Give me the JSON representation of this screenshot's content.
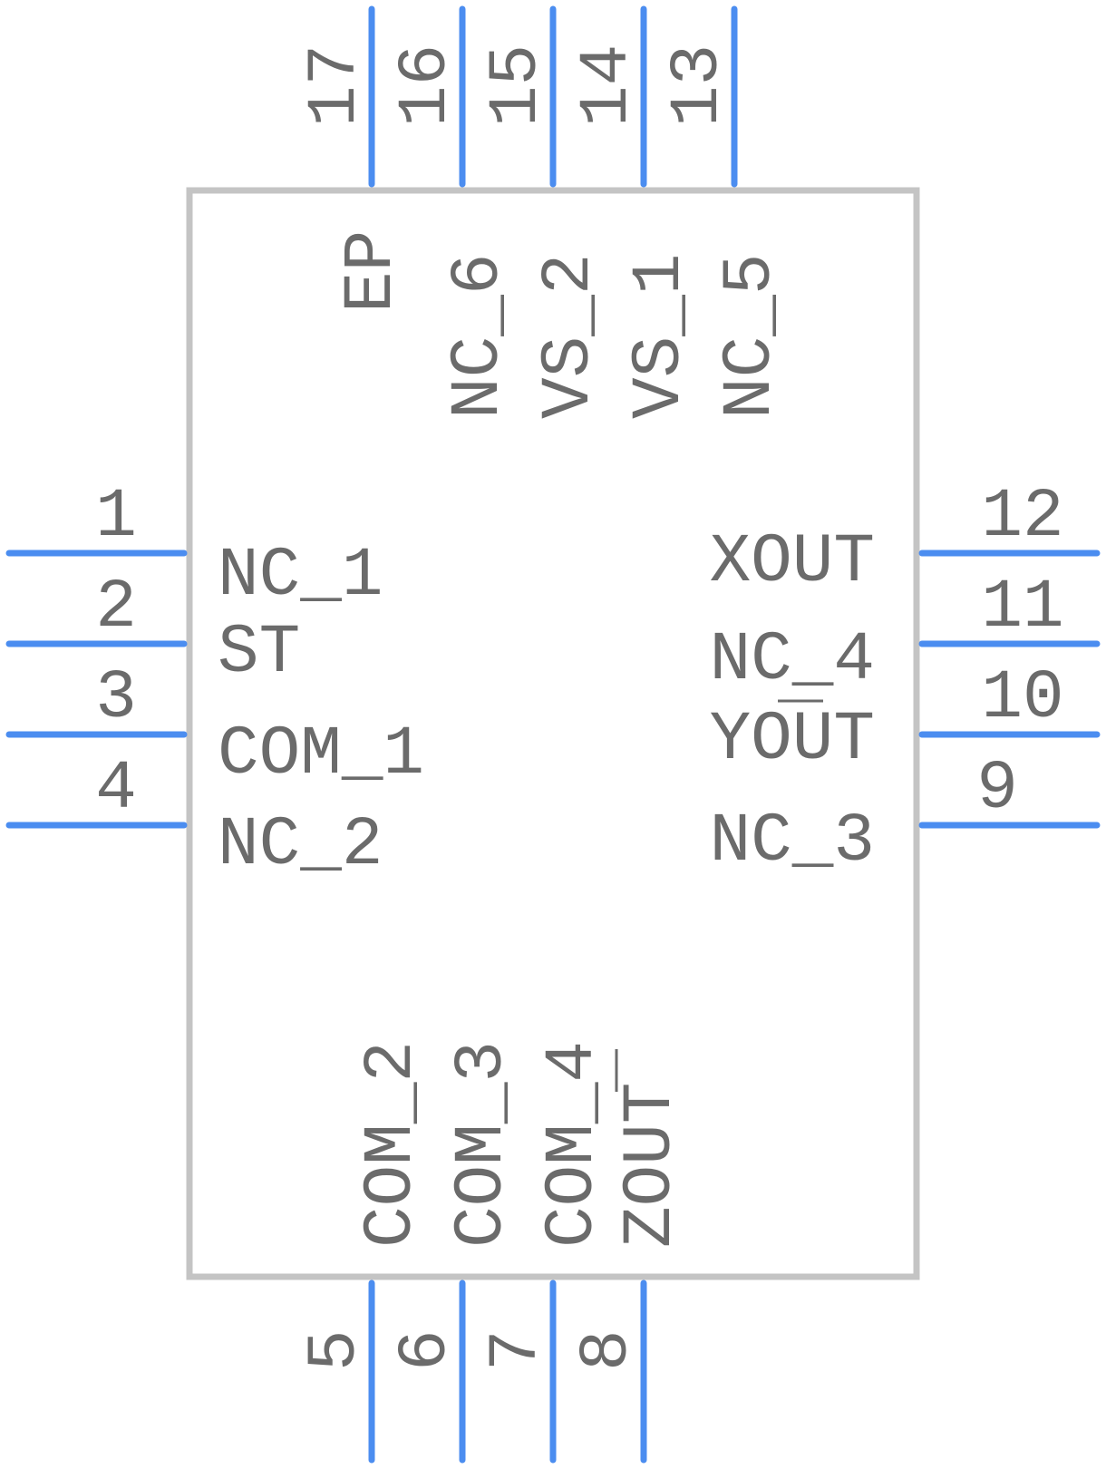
{
  "colors": {
    "pin": "#4b8df0",
    "body_outline": "#c4c4c4",
    "text": "#6b6b6b",
    "background": "#ffffff"
  },
  "pins": {
    "p1": {
      "number": "1",
      "name": "NC_1"
    },
    "p2": {
      "number": "2",
      "name": "ST"
    },
    "p3": {
      "number": "3",
      "name": "COM_1"
    },
    "p4": {
      "number": "4",
      "name": "NC_2"
    },
    "p5": {
      "number": "5",
      "name": "COM_2"
    },
    "p6": {
      "number": "6",
      "name": "COM_3"
    },
    "p7": {
      "number": "7",
      "name": "COM_4"
    },
    "p8": {
      "number": "8",
      "name": "ZOUT"
    },
    "p9": {
      "number": "9",
      "name": "NC_3"
    },
    "p10": {
      "number": "10",
      "name": "YOUT"
    },
    "p11": {
      "number": "11",
      "name": "NC_4"
    },
    "p12": {
      "number": "12",
      "name": "XOUT"
    },
    "p13": {
      "number": "13",
      "name": "NC_5"
    },
    "p14": {
      "number": "14",
      "name": "VS_1"
    },
    "p15": {
      "number": "15",
      "name": "VS_2"
    },
    "p16": {
      "number": "16",
      "name": "NC_6"
    },
    "p17": {
      "number": "17",
      "name": "EP"
    }
  }
}
